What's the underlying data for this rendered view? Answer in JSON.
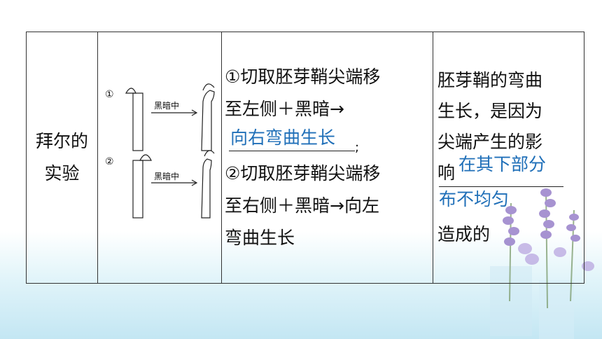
{
  "table": {
    "row_label": "拜尔的实验",
    "row_label_lines": [
      "拜尔的",
      "实验"
    ],
    "experiment": {
      "line1": "①切取胚芽鞘尖端移",
      "line2_prefix": "至左侧＋黑暗→",
      "blank1_answer": "向右弯曲生长",
      "blank1_suffix": ";",
      "line4": "②切取胚芽鞘尖端移",
      "line5": "至右侧＋黑暗→向左",
      "line6": "弯曲生长"
    },
    "conclusion": {
      "line1": "胚芽鞘的弯曲",
      "line2": "生长，是因为",
      "line3": "尖端产生的影",
      "line4": "响",
      "blank_answer_part1": "在其下部分",
      "blank_answer_part2": "布不均匀",
      "line6": "造成的"
    },
    "diagram": {
      "marker1": "①",
      "marker2": "②",
      "arrow_label1": "黑暗中",
      "arrow_label2": "黑暗中"
    }
  },
  "colors": {
    "answer": "#1f6fb8",
    "border": "#333333",
    "text": "#111111"
  }
}
